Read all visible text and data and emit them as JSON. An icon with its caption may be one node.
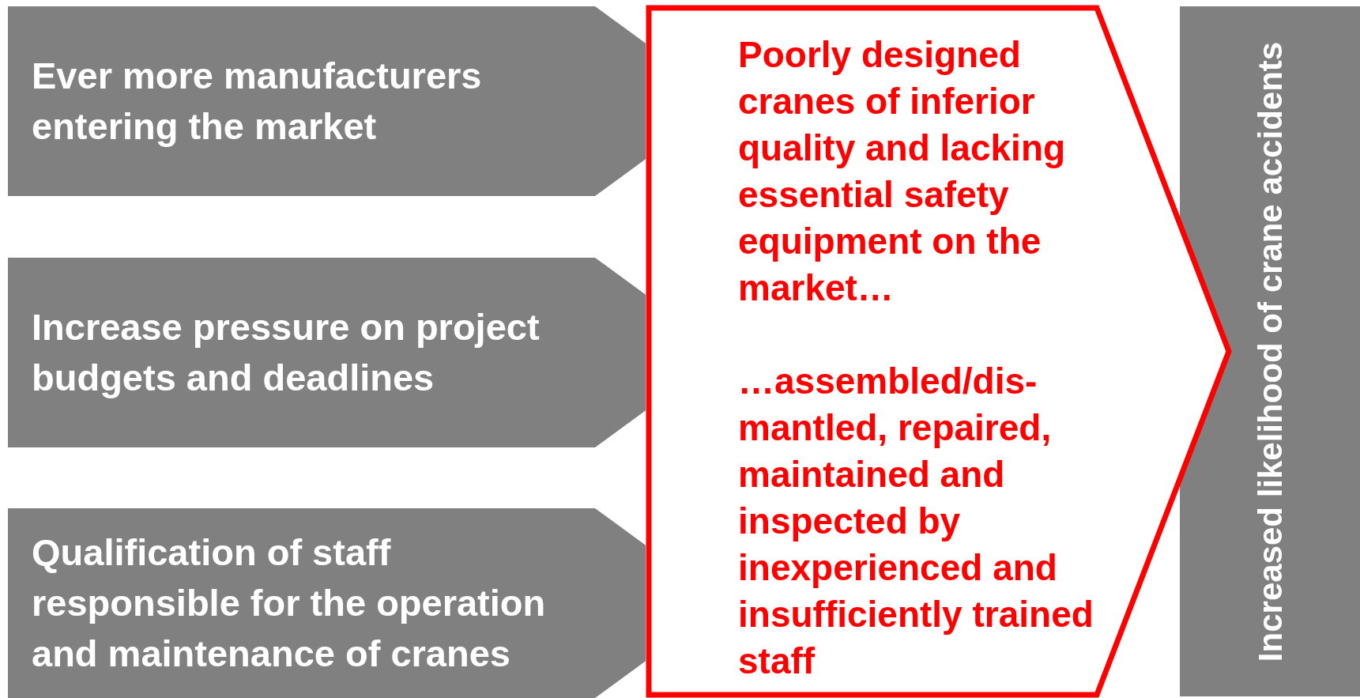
{
  "diagram": {
    "nodes": [
      {
        "text": [
          "Ever more manufacturers entering the market"
        ]
      },
      {
        "text": [
          "Increase pressure on project budgets and deadlines"
        ]
      },
      {
        "text": [
          "Qualification of staff responsible for the operation and maintenance of cranes"
        ]
      },
      {
        "text": [
          "Increased likelihood of crane accidents"
        ]
      },
      {
        "text": [
          "Poorly designed cranes of inferior quality and lacking essential safety equipment on the market…",
          "…assembled/dis- mantled, repaired, maintained and inspected by inexperienced and insufficiently trained staff"
        ]
      }
    ]
  }
}
